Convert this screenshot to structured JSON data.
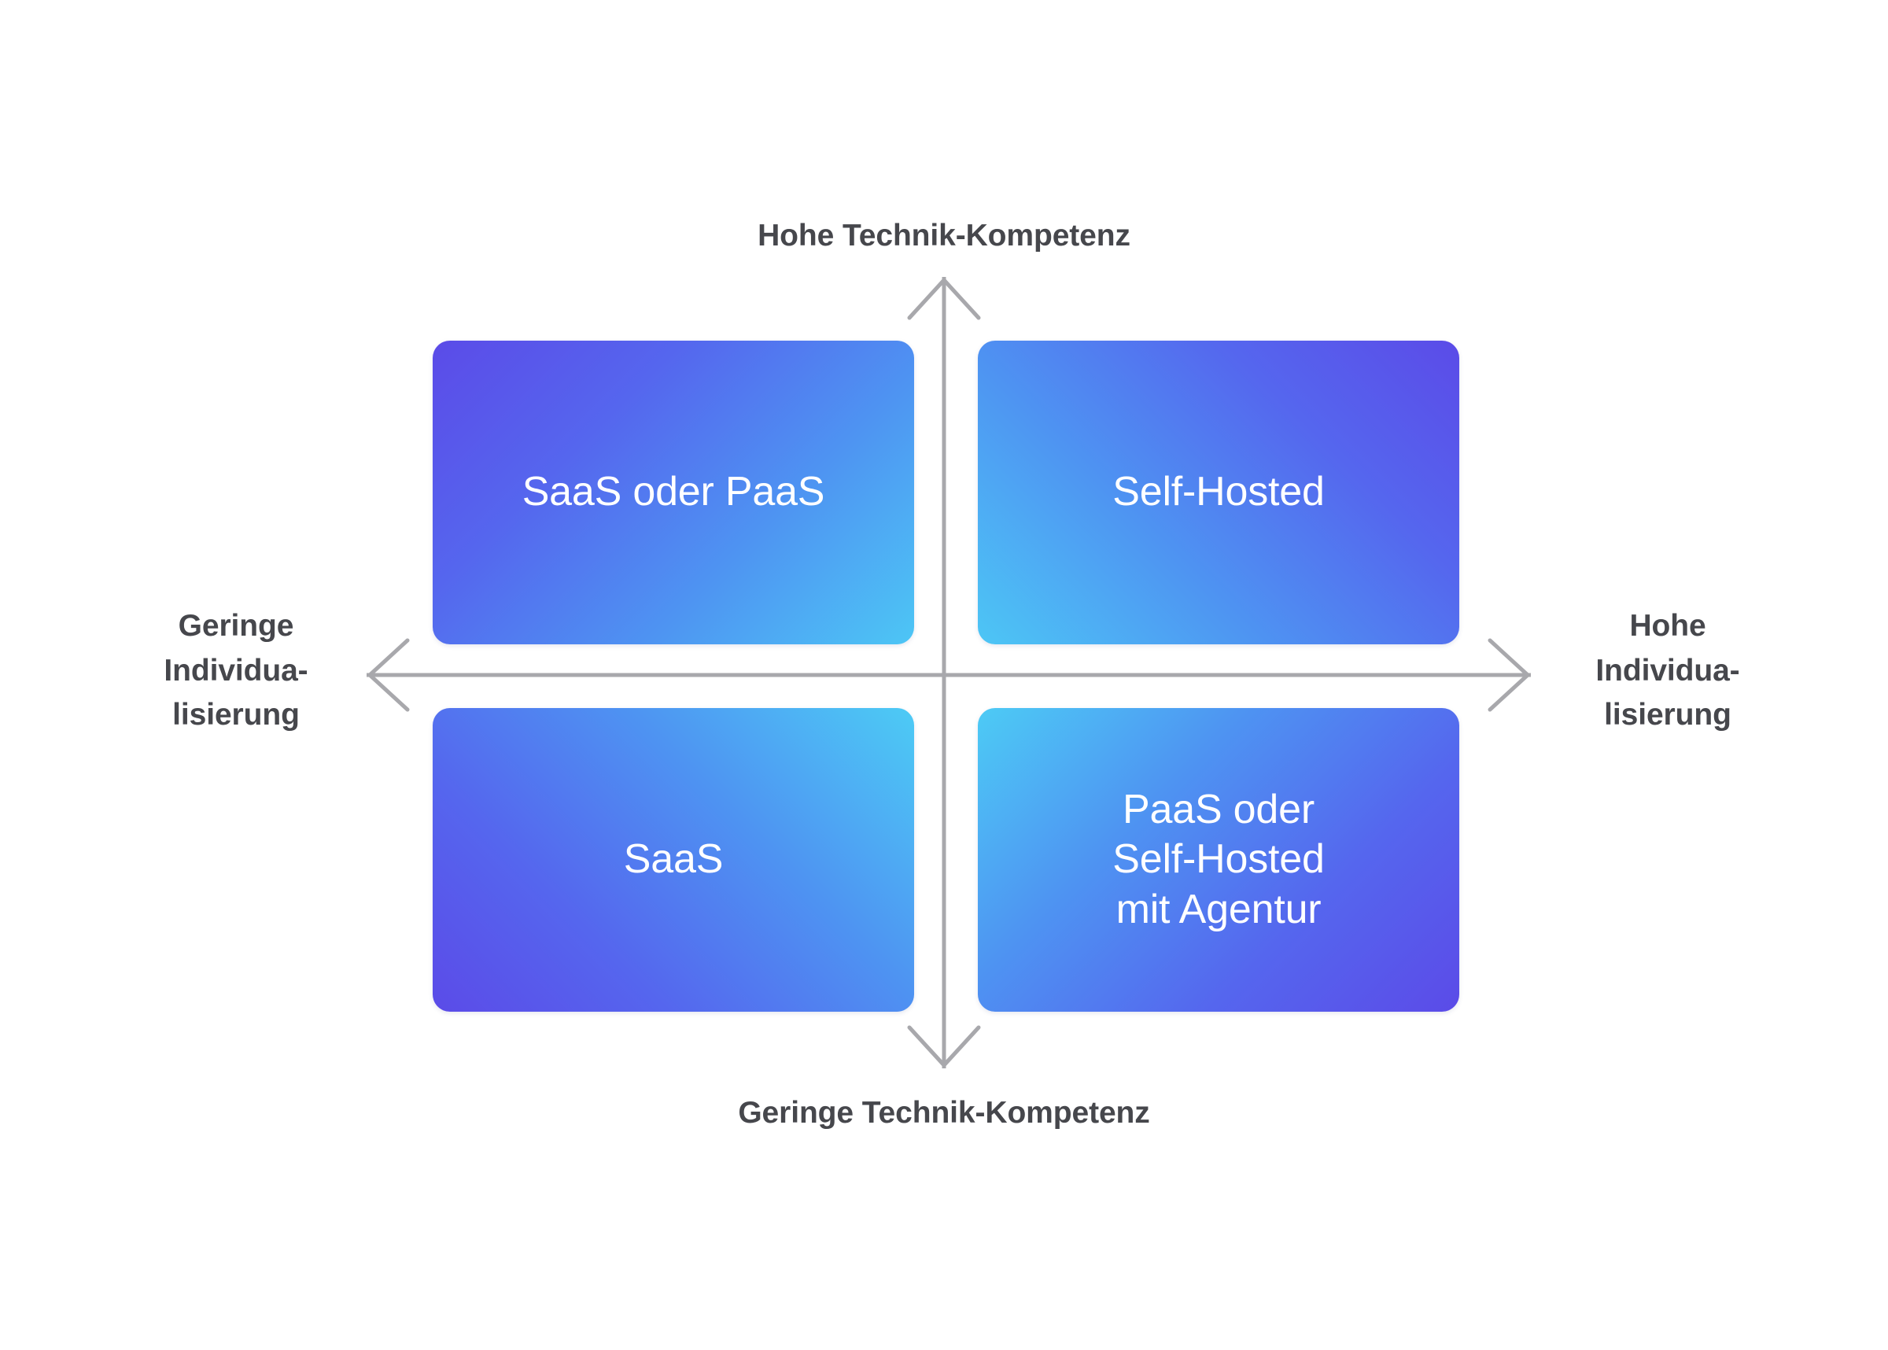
{
  "diagram": {
    "type": "2x2-matrix",
    "background_color": "#ffffff",
    "axes": {
      "vertical": {
        "top_label": "Hohe Technik-Kompetenz",
        "bottom_label": "Geringe Technik-Kompetenz",
        "line_color": "#A8A8AC"
      },
      "horizontal": {
        "left_label": "Geringe\nIndividua-\nlisierung",
        "right_label": "Hohe\nIndividua-\nlisierung",
        "line_color": "#A8A8AC"
      },
      "label_color": "#46474C"
    },
    "quadrants": [
      {
        "id": "top-left",
        "label": "SaaS oder PaaS",
        "position": "Geringe Individualisierung / Hohe Technik-Kompetenz",
        "gradient_from": "#5B4BE8",
        "gradient_to": "#4DC6F5",
        "text_color": "#ffffff"
      },
      {
        "id": "top-right",
        "label": "Self-Hosted",
        "position": "Hohe Individualisierung / Hohe Technik-Kompetenz",
        "gradient_from": "#4DC6F5",
        "gradient_to": "#5B4BE8",
        "text_color": "#ffffff"
      },
      {
        "id": "bottom-left",
        "label": "SaaS",
        "position": "Geringe Individualisierung / Geringe Technik-Kompetenz",
        "gradient_from": "#5B4BE8",
        "gradient_to": "#4DCBF5",
        "text_color": "#ffffff"
      },
      {
        "id": "bottom-right",
        "label": "PaaS oder\nSelf-Hosted\nmit Agentur",
        "position": "Hohe Individualisierung / Geringe Technik-Kompetenz",
        "gradient_from": "#4DCBF5",
        "gradient_to": "#5B4BE8",
        "text_color": "#ffffff"
      }
    ]
  }
}
